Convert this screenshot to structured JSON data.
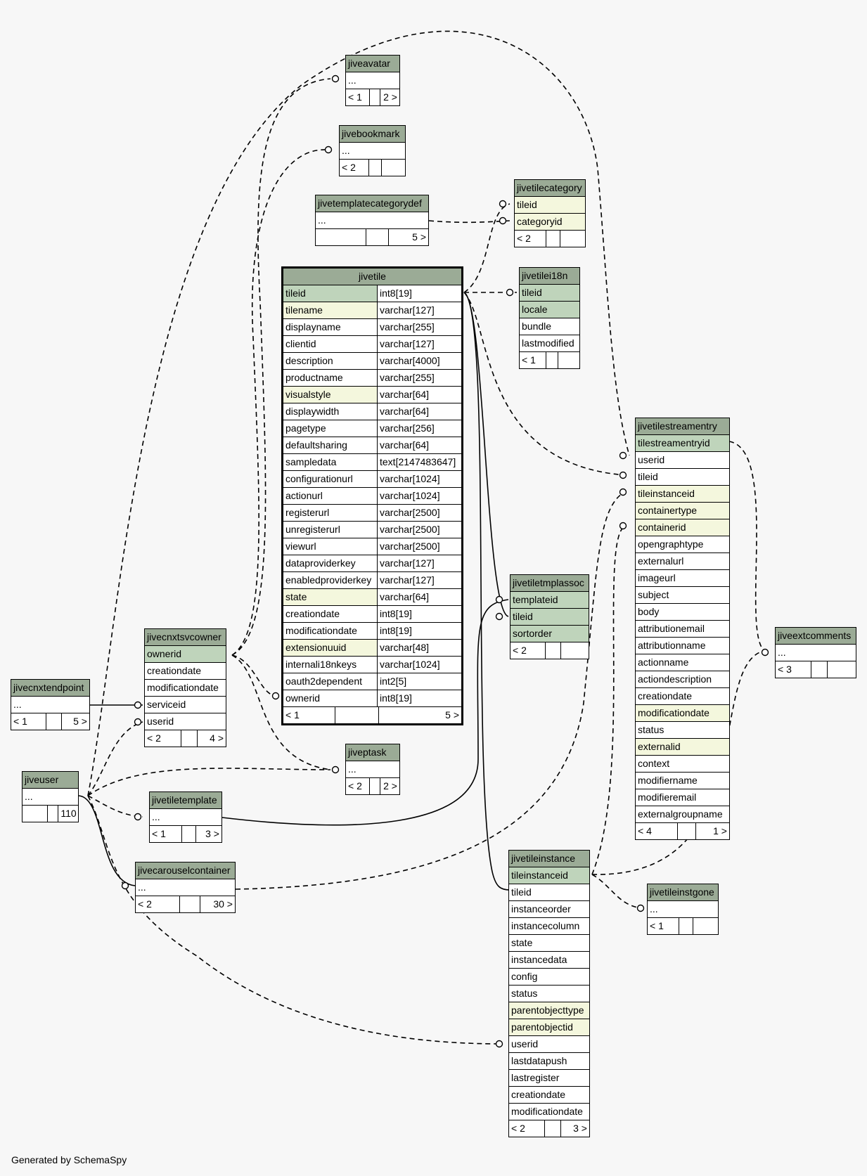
{
  "generated_by": "Generated by SchemaSpy",
  "focus_table": {
    "name": "jivetile",
    "columns": [
      {
        "name": "tileid",
        "type": "int8[19]",
        "style": "pk"
      },
      {
        "name": "tilename",
        "type": "varchar[127]",
        "style": "idx"
      },
      {
        "name": "displayname",
        "type": "varchar[255]",
        "style": ""
      },
      {
        "name": "clientid",
        "type": "varchar[127]",
        "style": ""
      },
      {
        "name": "description",
        "type": "varchar[4000]",
        "style": ""
      },
      {
        "name": "productname",
        "type": "varchar[255]",
        "style": ""
      },
      {
        "name": "visualstyle",
        "type": "varchar[64]",
        "style": "idx"
      },
      {
        "name": "displaywidth",
        "type": "varchar[64]",
        "style": ""
      },
      {
        "name": "pagetype",
        "type": "varchar[256]",
        "style": ""
      },
      {
        "name": "defaultsharing",
        "type": "varchar[64]",
        "style": ""
      },
      {
        "name": "sampledata",
        "type": "text[2147483647]",
        "style": ""
      },
      {
        "name": "configurationurl",
        "type": "varchar[1024]",
        "style": ""
      },
      {
        "name": "actionurl",
        "type": "varchar[1024]",
        "style": ""
      },
      {
        "name": "registerurl",
        "type": "varchar[2500]",
        "style": ""
      },
      {
        "name": "unregisterurl",
        "type": "varchar[2500]",
        "style": ""
      },
      {
        "name": "viewurl",
        "type": "varchar[2500]",
        "style": ""
      },
      {
        "name": "dataproviderkey",
        "type": "varchar[127]",
        "style": ""
      },
      {
        "name": "enabledproviderkey",
        "type": "varchar[127]",
        "style": ""
      },
      {
        "name": "state",
        "type": "varchar[64]",
        "style": "idx"
      },
      {
        "name": "creationdate",
        "type": "int8[19]",
        "style": ""
      },
      {
        "name": "modificationdate",
        "type": "int8[19]",
        "style": ""
      },
      {
        "name": "extensionuuid",
        "type": "varchar[48]",
        "style": "idx"
      },
      {
        "name": "internali18nkeys",
        "type": "varchar[1024]",
        "style": ""
      },
      {
        "name": "oauth2dependent",
        "type": "int2[5]",
        "style": ""
      },
      {
        "name": "ownerid",
        "type": "int8[19]",
        "style": ""
      }
    ],
    "footer": [
      "< 1",
      "",
      "5 >"
    ]
  },
  "tables": [
    {
      "id": "jiveavatar",
      "name": "jiveavatar",
      "columns": [
        {
          "name": "...",
          "style": ""
        }
      ],
      "footer": [
        "< 1",
        "",
        "2 >"
      ]
    },
    {
      "id": "jivebookmark",
      "name": "jivebookmark",
      "columns": [
        {
          "name": "...",
          "style": ""
        }
      ],
      "footer": [
        "< 2",
        "",
        ""
      ]
    },
    {
      "id": "jivetemplatecategorydef",
      "name": "jivetemplatecategorydef",
      "columns": [
        {
          "name": "...",
          "style": ""
        }
      ],
      "footer": [
        "",
        "",
        "5 >"
      ]
    },
    {
      "id": "jivetilecategory",
      "name": "jivetilecategory",
      "columns": [
        {
          "name": "tileid",
          "style": "idx"
        },
        {
          "name": "categoryid",
          "style": "idx"
        }
      ],
      "footer": [
        "< 2",
        "",
        ""
      ]
    },
    {
      "id": "jivetilei18n",
      "name": "jivetilei18n",
      "columns": [
        {
          "name": "tileid",
          "style": "pk"
        },
        {
          "name": "locale",
          "style": "pk"
        },
        {
          "name": "bundle",
          "style": ""
        },
        {
          "name": "lastmodified",
          "style": ""
        }
      ],
      "footer": [
        "< 1",
        "",
        ""
      ]
    },
    {
      "id": "jivetilestreamentry",
      "name": "jivetilestreamentry",
      "columns": [
        {
          "name": "tilestreamentryid",
          "style": "pk"
        },
        {
          "name": "userid",
          "style": ""
        },
        {
          "name": "tileid",
          "style": ""
        },
        {
          "name": "tileinstanceid",
          "style": "idx"
        },
        {
          "name": "containertype",
          "style": "idx"
        },
        {
          "name": "containerid",
          "style": "idx"
        },
        {
          "name": "opengraphtype",
          "style": ""
        },
        {
          "name": "externalurl",
          "style": ""
        },
        {
          "name": "imageurl",
          "style": ""
        },
        {
          "name": "subject",
          "style": ""
        },
        {
          "name": "body",
          "style": ""
        },
        {
          "name": "attributionemail",
          "style": ""
        },
        {
          "name": "attributionname",
          "style": ""
        },
        {
          "name": "actionname",
          "style": ""
        },
        {
          "name": "actiondescription",
          "style": ""
        },
        {
          "name": "creationdate",
          "style": ""
        },
        {
          "name": "modificationdate",
          "style": "idx"
        },
        {
          "name": "status",
          "style": ""
        },
        {
          "name": "externalid",
          "style": "idx"
        },
        {
          "name": "context",
          "style": ""
        },
        {
          "name": "modifiername",
          "style": ""
        },
        {
          "name": "modifieremail",
          "style": ""
        },
        {
          "name": "externalgroupname",
          "style": ""
        }
      ],
      "footer": [
        "< 4",
        "",
        "1 >"
      ]
    },
    {
      "id": "jivetiletmplassoc",
      "name": "jivetiletmplassoc",
      "columns": [
        {
          "name": "templateid",
          "style": "pk"
        },
        {
          "name": "tileid",
          "style": "pk"
        },
        {
          "name": "sortorder",
          "style": "pk"
        }
      ],
      "footer": [
        "< 2",
        "",
        ""
      ]
    },
    {
      "id": "jiveextcomments",
      "name": "jiveextcomments",
      "columns": [
        {
          "name": "...",
          "style": ""
        }
      ],
      "footer": [
        "< 3",
        "",
        ""
      ]
    },
    {
      "id": "jivecnxtsvcowner",
      "name": "jivecnxtsvcowner",
      "columns": [
        {
          "name": "ownerid",
          "style": "pk"
        },
        {
          "name": "creationdate",
          "style": ""
        },
        {
          "name": "modificationdate",
          "style": ""
        },
        {
          "name": "serviceid",
          "style": ""
        },
        {
          "name": "userid",
          "style": ""
        }
      ],
      "footer": [
        "< 2",
        "",
        "4 >"
      ]
    },
    {
      "id": "jivecnxtendpoint",
      "name": "jivecnxtendpoint",
      "columns": [
        {
          "name": "...",
          "style": ""
        }
      ],
      "footer": [
        "< 1",
        "",
        "5 >"
      ]
    },
    {
      "id": "jiveuser",
      "name": "jiveuser",
      "columns": [
        {
          "name": "...",
          "style": ""
        }
      ],
      "footer": [
        "",
        "",
        "110 >"
      ]
    },
    {
      "id": "jiveptask",
      "name": "jiveptask",
      "columns": [
        {
          "name": "...",
          "style": ""
        }
      ],
      "footer": [
        "< 2",
        "",
        "2 >"
      ]
    },
    {
      "id": "jivetiletemplate",
      "name": "jivetiletemplate",
      "columns": [
        {
          "name": "...",
          "style": ""
        }
      ],
      "footer": [
        "< 1",
        "",
        "3 >"
      ]
    },
    {
      "id": "jivecarouselcontainer",
      "name": "jivecarouselcontainer",
      "columns": [
        {
          "name": "...",
          "style": ""
        }
      ],
      "footer": [
        "< 2",
        "",
        "30 >"
      ]
    },
    {
      "id": "jivetileinstance",
      "name": "jivetileinstance",
      "columns": [
        {
          "name": "tileinstanceid",
          "style": "pk"
        },
        {
          "name": "tileid",
          "style": ""
        },
        {
          "name": "instanceorder",
          "style": ""
        },
        {
          "name": "instancecolumn",
          "style": ""
        },
        {
          "name": "state",
          "style": ""
        },
        {
          "name": "instancedata",
          "style": ""
        },
        {
          "name": "config",
          "style": ""
        },
        {
          "name": "status",
          "style": ""
        },
        {
          "name": "parentobjecttype",
          "style": "idx"
        },
        {
          "name": "parentobjectid",
          "style": "idx"
        },
        {
          "name": "userid",
          "style": ""
        },
        {
          "name": "lastdatapush",
          "style": ""
        },
        {
          "name": "lastregister",
          "style": ""
        },
        {
          "name": "creationdate",
          "style": ""
        },
        {
          "name": "modificationdate",
          "style": ""
        }
      ],
      "footer": [
        "< 2",
        "",
        "3 >"
      ]
    },
    {
      "id": "jivetileinstgone",
      "name": "jivetileinstgone",
      "columns": [
        {
          "name": "...",
          "style": ""
        }
      ],
      "footer": [
        "< 1",
        "",
        ""
      ]
    }
  ],
  "colors": {
    "header": "#9bab96",
    "primary_key": "#bfd4bb",
    "indexed": "#f4f7dd",
    "background": "#f7f7f7"
  }
}
